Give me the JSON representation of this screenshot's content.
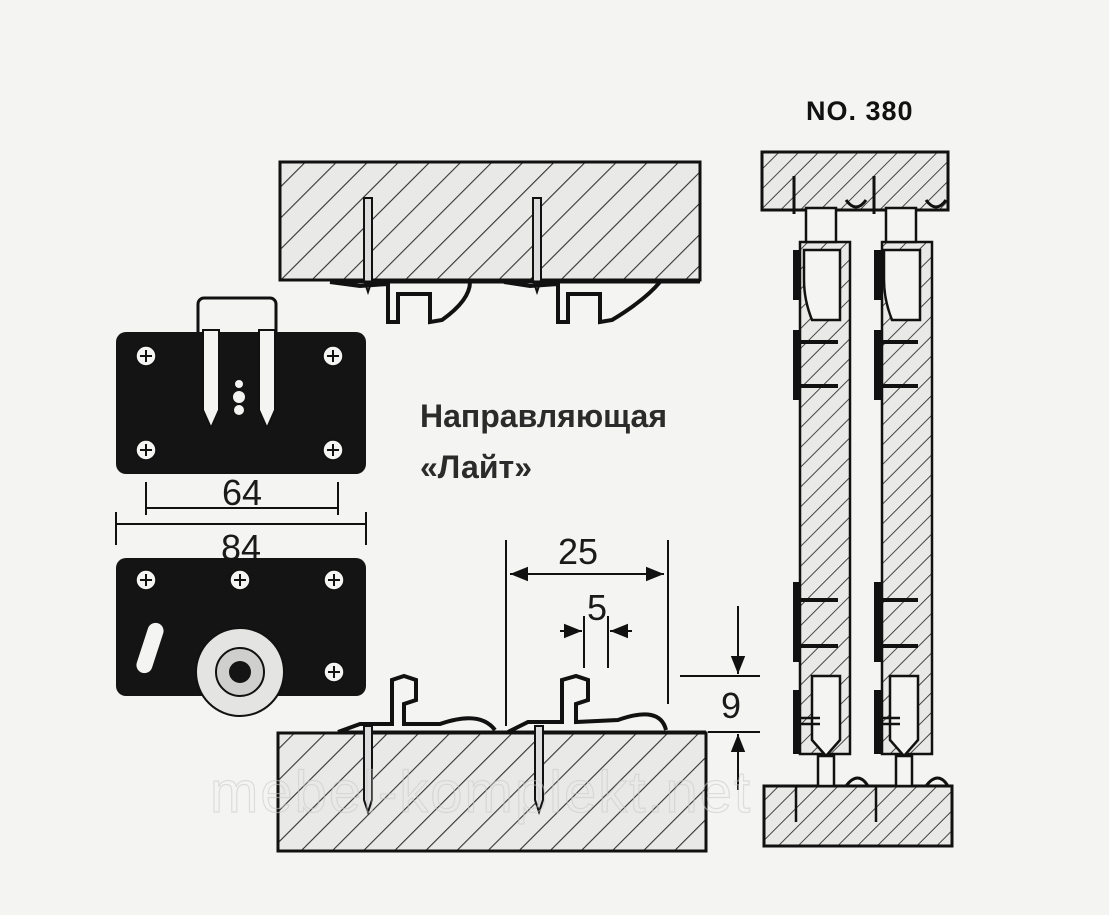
{
  "model_label": "NO. 380",
  "title": {
    "line1": "Направляющая",
    "line2": "«Лайт»"
  },
  "dimensions": {
    "hole_spacing": "64",
    "plate_width": "84",
    "rail_spacing": "25",
    "gap": "5",
    "height": "9"
  },
  "watermark": "mebel-komplekt.net",
  "colors": {
    "ink": "#111111",
    "wood_fill": "#e9e9e7",
    "hatch": "#333333",
    "plate": "#141414",
    "paper": "#f4f4f2"
  }
}
